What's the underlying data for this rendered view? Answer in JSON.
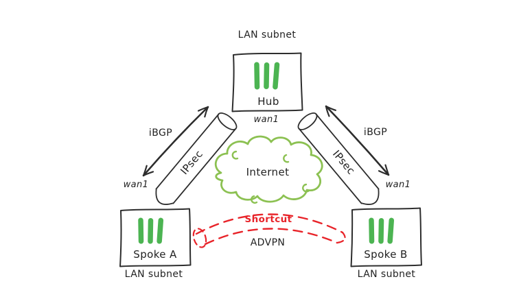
{
  "nodes": {
    "hub": {
      "label": "Hub",
      "interface": "wan1",
      "subnet": "LAN subnet"
    },
    "spoke_a": {
      "label": "Spoke A",
      "interface": "wan1",
      "subnet": "LAN subnet"
    },
    "spoke_b": {
      "label": "Spoke B",
      "interface": "wan1",
      "subnet": "LAN subnet"
    },
    "internet": {
      "label": "Internet"
    }
  },
  "links": {
    "hub_to_spoke_a": {
      "tunnel_label": "IPsec",
      "routing_label": "iBGP"
    },
    "hub_to_spoke_b": {
      "tunnel_label": "IPsec",
      "routing_label": "iBGP"
    },
    "spoke_to_spoke": {
      "label": "Shortcut",
      "type_label": "ADVPN"
    }
  },
  "icons": {
    "device": "three-green-bars-device-icon"
  },
  "colors": {
    "device_bar_green": "#4cb452",
    "cloud_green": "#8cc152",
    "shortcut_red": "#e82329",
    "ink": "#2d2d2d"
  }
}
